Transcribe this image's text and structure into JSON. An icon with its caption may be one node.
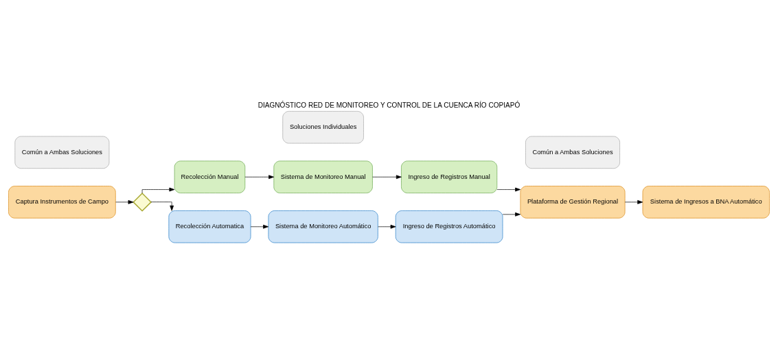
{
  "diagram": {
    "title": "DIAGNÓSTICO RED DE MONITOREO Y CONTROL DE LA CUENCA RÍO COPIAPÓ",
    "nodes": [
      {
        "text": [
          "Captura Instrumentos de Campo"
        ]
      },
      {
        "text": [],
        "shape": "diamond"
      },
      {
        "text": [
          "Recolección Manual"
        ]
      },
      {
        "text": [
          "Sistema de Monitoreo Manual"
        ]
      },
      {
        "text": [
          "Ingreso de Registros Manual"
        ]
      },
      {
        "text": [
          "Recolección Automatica"
        ]
      },
      {
        "text": [
          "Sistema de Monitoreo Automático"
        ]
      },
      {
        "text": [
          "Ingreso de Registros Automático"
        ]
      },
      {
        "text": [
          "Plataforma de Gestión Regional"
        ]
      },
      {
        "text": [
          "Sistema de Ingresos a BNA Automático"
        ]
      },
      {
        "text": [
          "Común a Ambas Soluciones"
        ]
      },
      {
        "text": [
          "Soluciones Individuales"
        ]
      },
      {
        "text": [
          "Común a Ambas Soluciones"
        ]
      }
    ],
    "edges": [
      {
        "from": 0,
        "to": 1,
        "arrow": "to"
      },
      {
        "from": 1,
        "to": 2,
        "arrow": "to"
      },
      {
        "from": 1,
        "to": 5,
        "arrow": "to"
      },
      {
        "from": 2,
        "to": 3,
        "arrow": "to"
      },
      {
        "from": 3,
        "to": 4,
        "arrow": "to"
      },
      {
        "from": 4,
        "to": 8,
        "arrow": "to"
      },
      {
        "from": 5,
        "to": 6,
        "arrow": "to"
      },
      {
        "from": 6,
        "to": 7,
        "arrow": "to"
      },
      {
        "from": 7,
        "to": 8,
        "arrow": "to"
      },
      {
        "from": 8,
        "to": 9,
        "arrow": "to"
      }
    ]
  }
}
